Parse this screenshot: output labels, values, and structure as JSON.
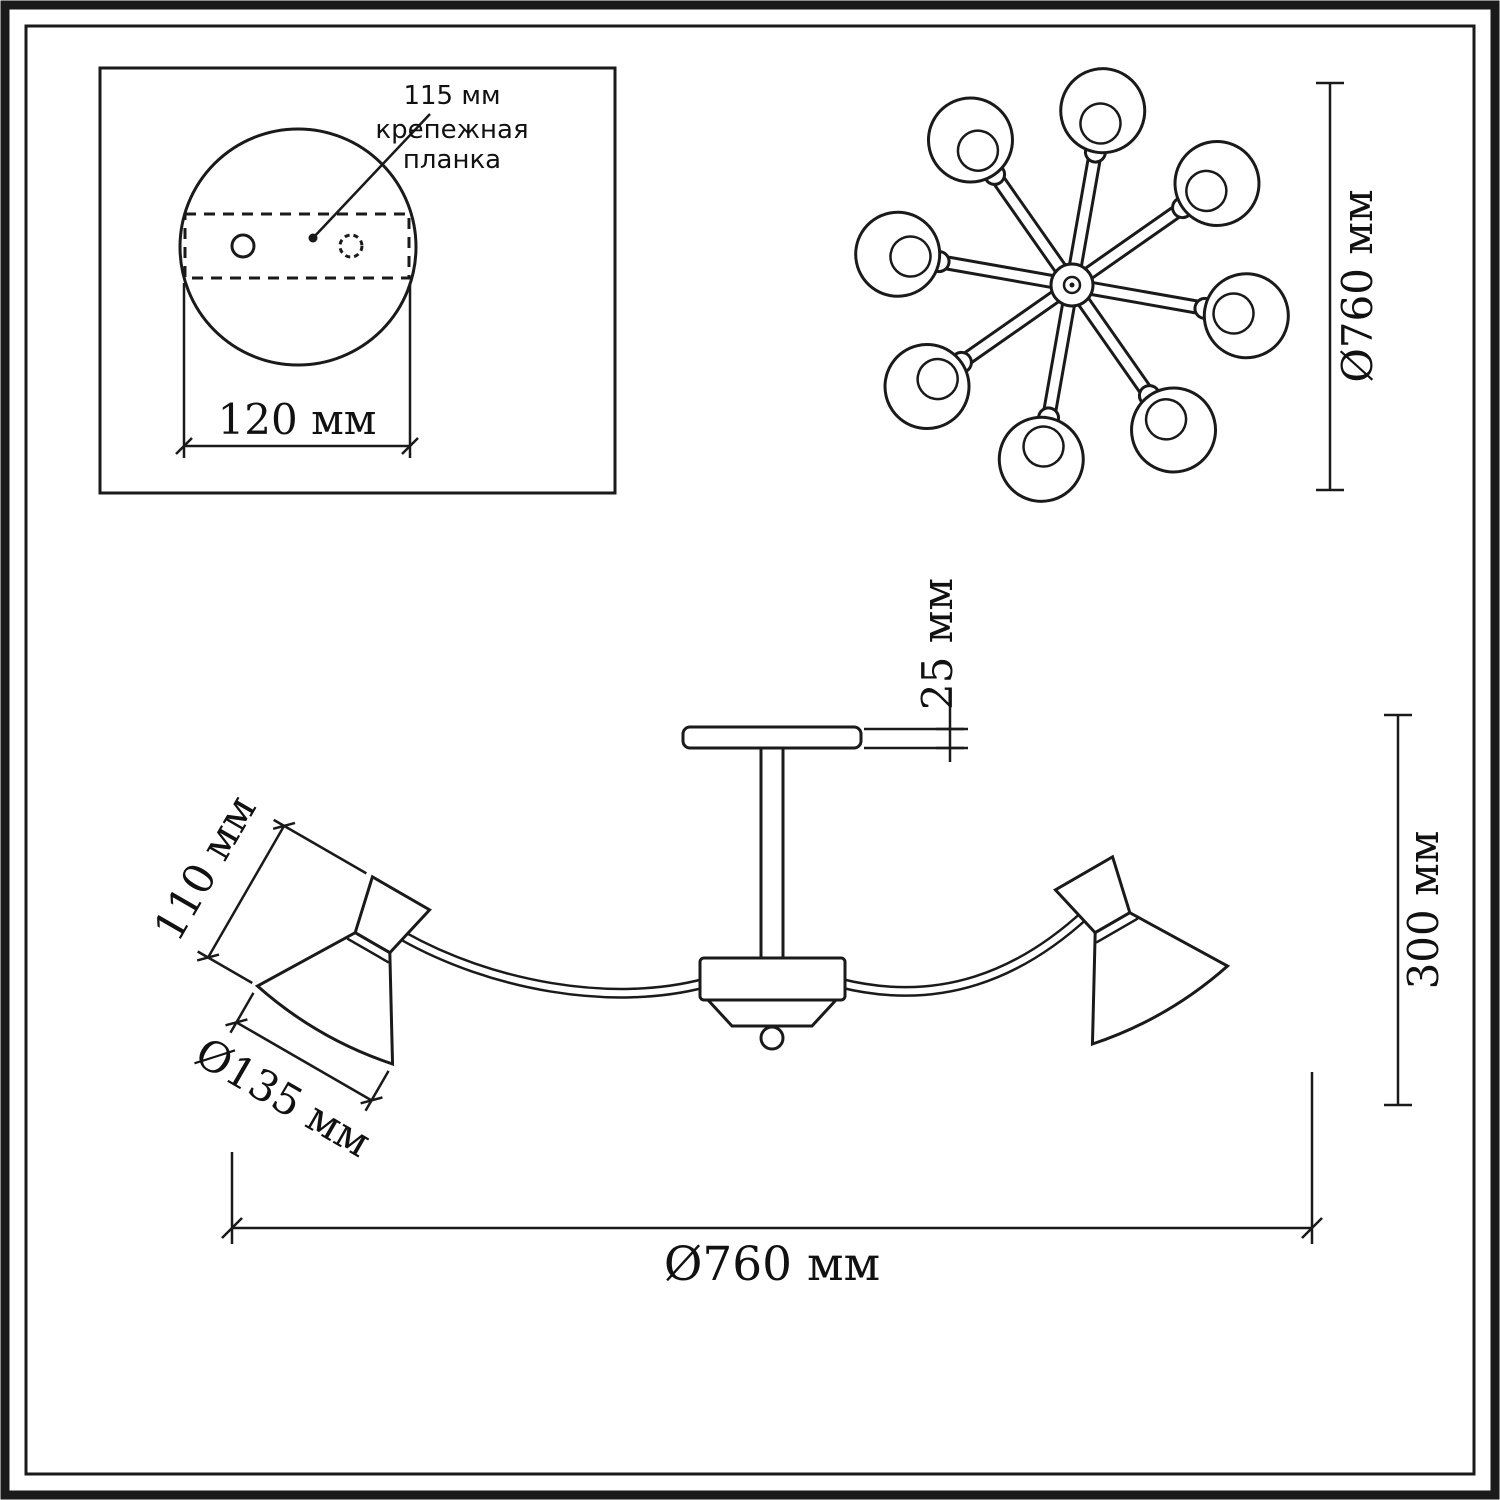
{
  "labels": {
    "bracket_width": "115 мм",
    "bracket_name_line1": "крепежная",
    "bracket_name_line2": "планка",
    "plate_width": "120 мм",
    "top_view_diameter": "Ø760 мм",
    "canopy_height": "25 мм",
    "fixture_height": "300 мм",
    "shade_height": "110 мм",
    "shade_diameter": "Ø135 мм",
    "fixture_width": "Ø760 мм"
  },
  "colors": {
    "line": "#1a1a1a",
    "background": "#ffffff"
  }
}
